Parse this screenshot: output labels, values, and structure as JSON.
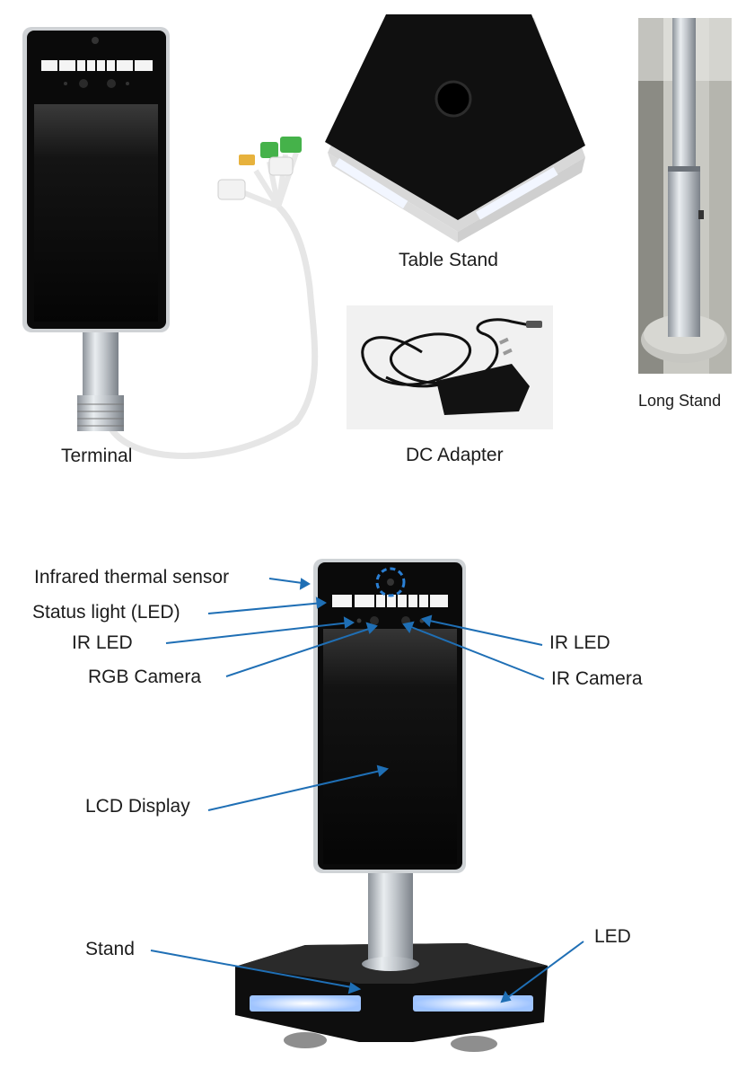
{
  "products": {
    "terminal_label": "Terminal",
    "table_stand_label": "Table Stand",
    "dc_adapter_label": "DC Adapter",
    "long_stand_label": "Long Stand"
  },
  "callouts": {
    "infrared_thermal_sensor": "Infrared thermal sensor",
    "status_light": "Status light (LED)",
    "ir_led_left": "IR LED",
    "rgb_camera": "RGB Camera",
    "ir_led_right": "IR LED",
    "ir_camera": "IR Camera",
    "lcd_display": "LCD Display",
    "stand": "Stand",
    "led": "LED"
  },
  "colors": {
    "callout_line": "#1f6fb5",
    "sensor_ring": "#2a7fd4",
    "device_body": "#0b0b0b",
    "led_glow": "#cfe3ff"
  }
}
